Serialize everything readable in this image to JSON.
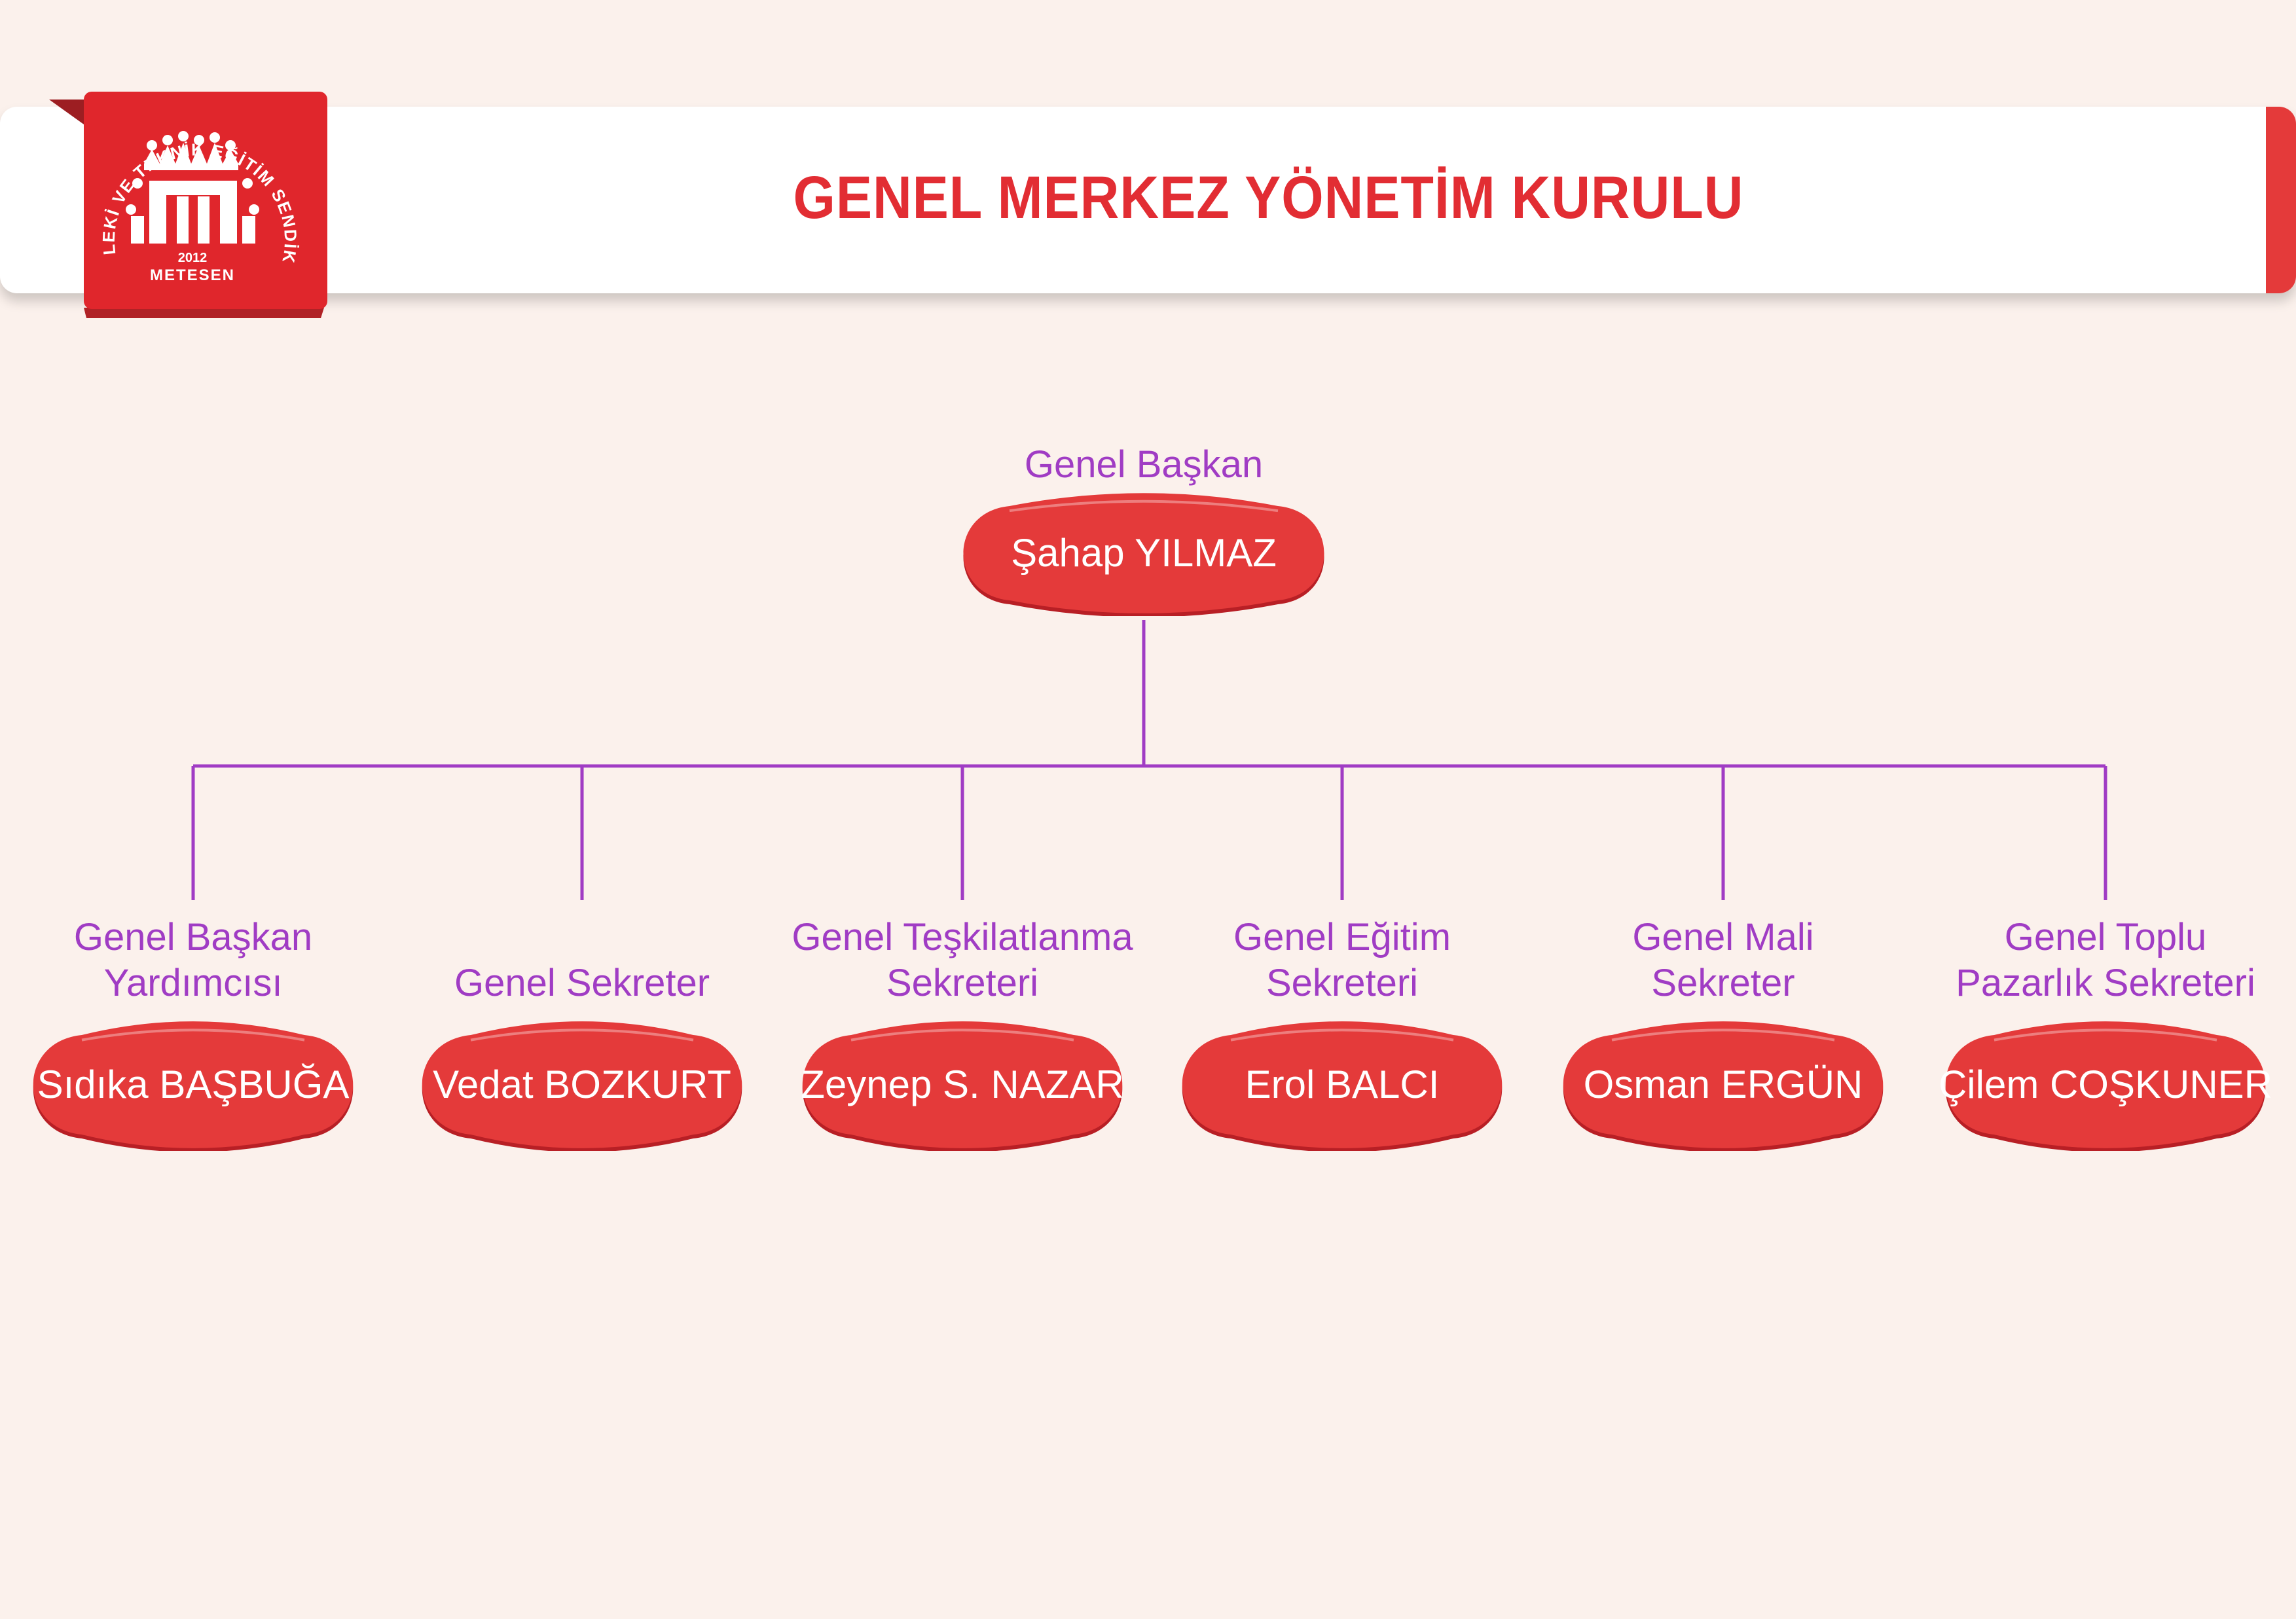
{
  "header": {
    "title": "GENEL MERKEZ YÖNETİM KURULU",
    "logo": {
      "arc_text": "MESLEKİ VE TEKNİK EĞİTİM SENDİKASI",
      "year": "2012",
      "brand": "METESEN"
    }
  },
  "colors": {
    "accent_red": "#e43a3a",
    "role_purple": "#a03cc4",
    "background": "#fbf1ec"
  },
  "org_chart": {
    "head": {
      "role": "Genel Başkan",
      "name": "Şahap YILMAZ"
    },
    "members": [
      {
        "role_lines": [
          "Genel Başkan",
          "Yardımcısı"
        ],
        "name": "Sıdıka BAŞBUĞA"
      },
      {
        "role_lines": [
          "Genel Sekreter"
        ],
        "name": "Vedat BOZKURT"
      },
      {
        "role_lines": [
          "Genel Teşkilatlanma",
          "Sekreteri"
        ],
        "name": "Zeynep S. NAZAR"
      },
      {
        "role_lines": [
          "Genel Eğitim",
          "Sekreteri"
        ],
        "name": "Erol BALCI"
      },
      {
        "role_lines": [
          "Genel Mali",
          "Sekreter"
        ],
        "name": "Osman ERGÜN"
      },
      {
        "role_lines": [
          "Genel Toplu",
          "Pazarlık Sekreteri"
        ],
        "name": "Çilem COŞKUNER"
      }
    ]
  }
}
